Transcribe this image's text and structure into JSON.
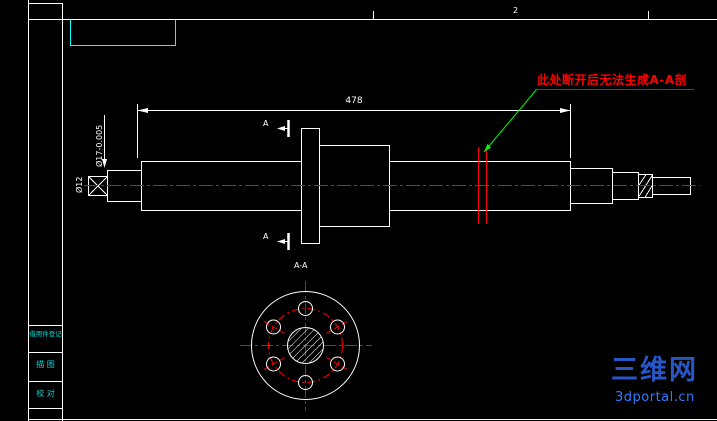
{
  "frame": {
    "zone_label": "2"
  },
  "annotation": {
    "note": "此处断开后无法生成A-A剖"
  },
  "dimensions": {
    "length": "478",
    "dia17": "Ø17-0.005",
    "dia12": "Ø12"
  },
  "section": {
    "mark_top": "A",
    "mark_bottom": "A",
    "view_label": "A-A"
  },
  "title_block": {
    "rows": [
      "借用件登记",
      "描 图",
      "校 对"
    ]
  },
  "watermark": {
    "site_name": "三维网",
    "site_url": "3dportal.cn"
  },
  "colors": {
    "line": "#ffffff",
    "centerline_red": "#ff0000",
    "leader_green": "#00ff00",
    "frame_cyan": "#00ffff",
    "note_red": "#ff0000",
    "watermark_blue": "#2b5fd8"
  }
}
